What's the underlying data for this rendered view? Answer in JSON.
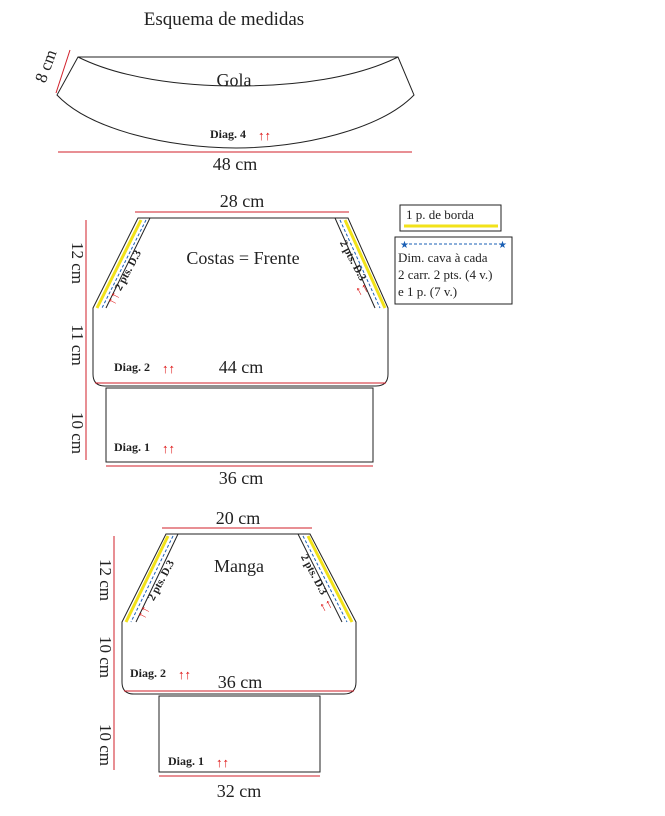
{
  "title": "Esquema de medidas",
  "gola": {
    "name": "Gola",
    "height": "8 cm",
    "width": "48 cm",
    "diag": "Diag. 4",
    "arrows": "↑↑"
  },
  "costas": {
    "name": "Costas = Frente",
    "top_width": "28 cm",
    "mid_width": "44 cm",
    "bottom_width": "36 cm",
    "h_top": "12 cm",
    "h_mid": "11 cm",
    "h_bottom": "10 cm",
    "diag2": "Diag. 2",
    "diag1": "Diag. 1",
    "strip_label": "2 pts. D.3",
    "arrows": "↑↑"
  },
  "manga": {
    "name": "Manga",
    "top_width": "20 cm",
    "mid_width": "36 cm",
    "bottom_width": "32 cm",
    "h_top": "12 cm",
    "h_mid": "10 cm",
    "h_bottom": "10 cm",
    "diag2": "Diag. 2",
    "diag1": "Diag. 1",
    "strip_label": "2 pts. D.3",
    "arrows": "↑↑"
  },
  "legend": {
    "border_text": "1 p. de borda",
    "decrease_line1": "Dim. cava à cada",
    "decrease_line2": "2 carr. 2 pts. (4 v.)",
    "decrease_line3": "e 1 p. (7 v.)"
  },
  "colors": {
    "outline": "#222222",
    "measure_line": "#d11f2a",
    "border_stripe": "#f2e21a",
    "decrease_stripe": "#1a5fb4"
  }
}
